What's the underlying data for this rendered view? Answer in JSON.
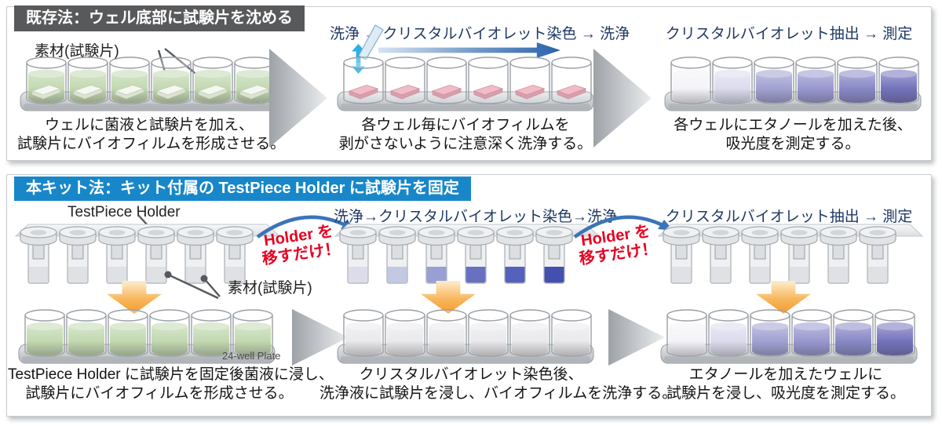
{
  "existing": {
    "title": "既存法：ウェル底部に試験片を沈める",
    "material_label": "素材(試験片)",
    "step1_caption": [
      "ウェルに菌液と試験片を加え、",
      "試験片にバイオフィルムを形成させる。"
    ],
    "step2_flow": "洗浄 → クリスタルバイオレット染色 → 洗浄",
    "step2_caption": [
      "各ウェル毎にバイオフィルムを",
      "剥がさないように注意深く洗浄する。"
    ],
    "step3_flow": "クリスタルバイオレット抽出 → 測定",
    "step3_caption": [
      "各ウェルにエタノールを加えた後、",
      "吸光度を測定する。"
    ]
  },
  "kit": {
    "title": "本キット法：キット付属の TestPiece Holder に試験片を固定",
    "holder_label": "TestPiece Holder",
    "material_label": "素材(試験片)",
    "plate_label": "24-well Plate",
    "move_note": [
      "Holder を",
      "移すだけ！"
    ],
    "step1_caption": [
      "TestPiece Holder に試験片を固定後菌液に浸し、",
      "試験片にバイオフィルムを形成させる。"
    ],
    "step2_flow": "洗浄→クリスタルバイオレット染色→洗浄",
    "step2_caption": [
      "クリスタルバイオレット染色後、",
      "洗浄液に試験片を浸し、バイオフィルムを洗浄する。"
    ],
    "step3_flow": "クリスタルバイオレット抽出 → 測定",
    "step3_caption": [
      "エタノールを加えたウェルに",
      "試験片を浸し、吸光度を測定する。"
    ]
  },
  "colors": {
    "existing_header_bg": "#58595b",
    "kit_header_bg": "#1887c9",
    "flow_text": "#1f3864",
    "note_text": "#e60021",
    "caption_text": "#141414",
    "chevron_gray": "#9da2a7",
    "orange_arrow": "#f49b2e",
    "flow_arrow_blue": "#2a62ac",
    "wash_arrow_cyan": "#2aafe8",
    "curve_arrow_blue": "#3a74ba",
    "green_liquid": "#b7d2a3",
    "clear_liquid": "#e6e6ea",
    "extract_liquids": [
      "#f1f1f8",
      "#d6d6ec",
      "#9090cb",
      "#8585c6",
      "#7373bd",
      "#5a5ab0"
    ],
    "stain_tips": [
      "#dcdcea",
      "#c3c8e3",
      "#98a0d3",
      "#6771c0",
      "#5561ba",
      "#4350af"
    ],
    "piece_white": {
      "top": "#f3f7ed",
      "front": "#d6dfc9",
      "edge": "#b9c3ad"
    },
    "piece_pink": {
      "top": "#f0aebb",
      "front": "#d28c9c",
      "edge": "#bf7f90"
    }
  },
  "figures": {
    "wells_seed": {
      "kind": "wells",
      "liquid": "green_liquid",
      "piece": "piece_white"
    },
    "wells_wash": {
      "kind": "wells",
      "liquid": null,
      "piece": "piece_pink"
    },
    "wells_extract": {
      "kind": "wells",
      "liquid": "extract_liquids"
    },
    "holder_start": {
      "kind": "holder",
      "stain": null
    },
    "holder_stained": {
      "kind": "holder",
      "stain": "stain_tips"
    },
    "holder_done": {
      "kind": "holder",
      "stain": null
    },
    "wells_seed_kit": {
      "kind": "wells",
      "liquid": "green_liquid"
    },
    "wells_washbath": {
      "kind": "wells",
      "liquid": "clear_liquid"
    },
    "wells_extract_kit": {
      "kind": "wells",
      "liquid": "extract_liquids"
    }
  }
}
